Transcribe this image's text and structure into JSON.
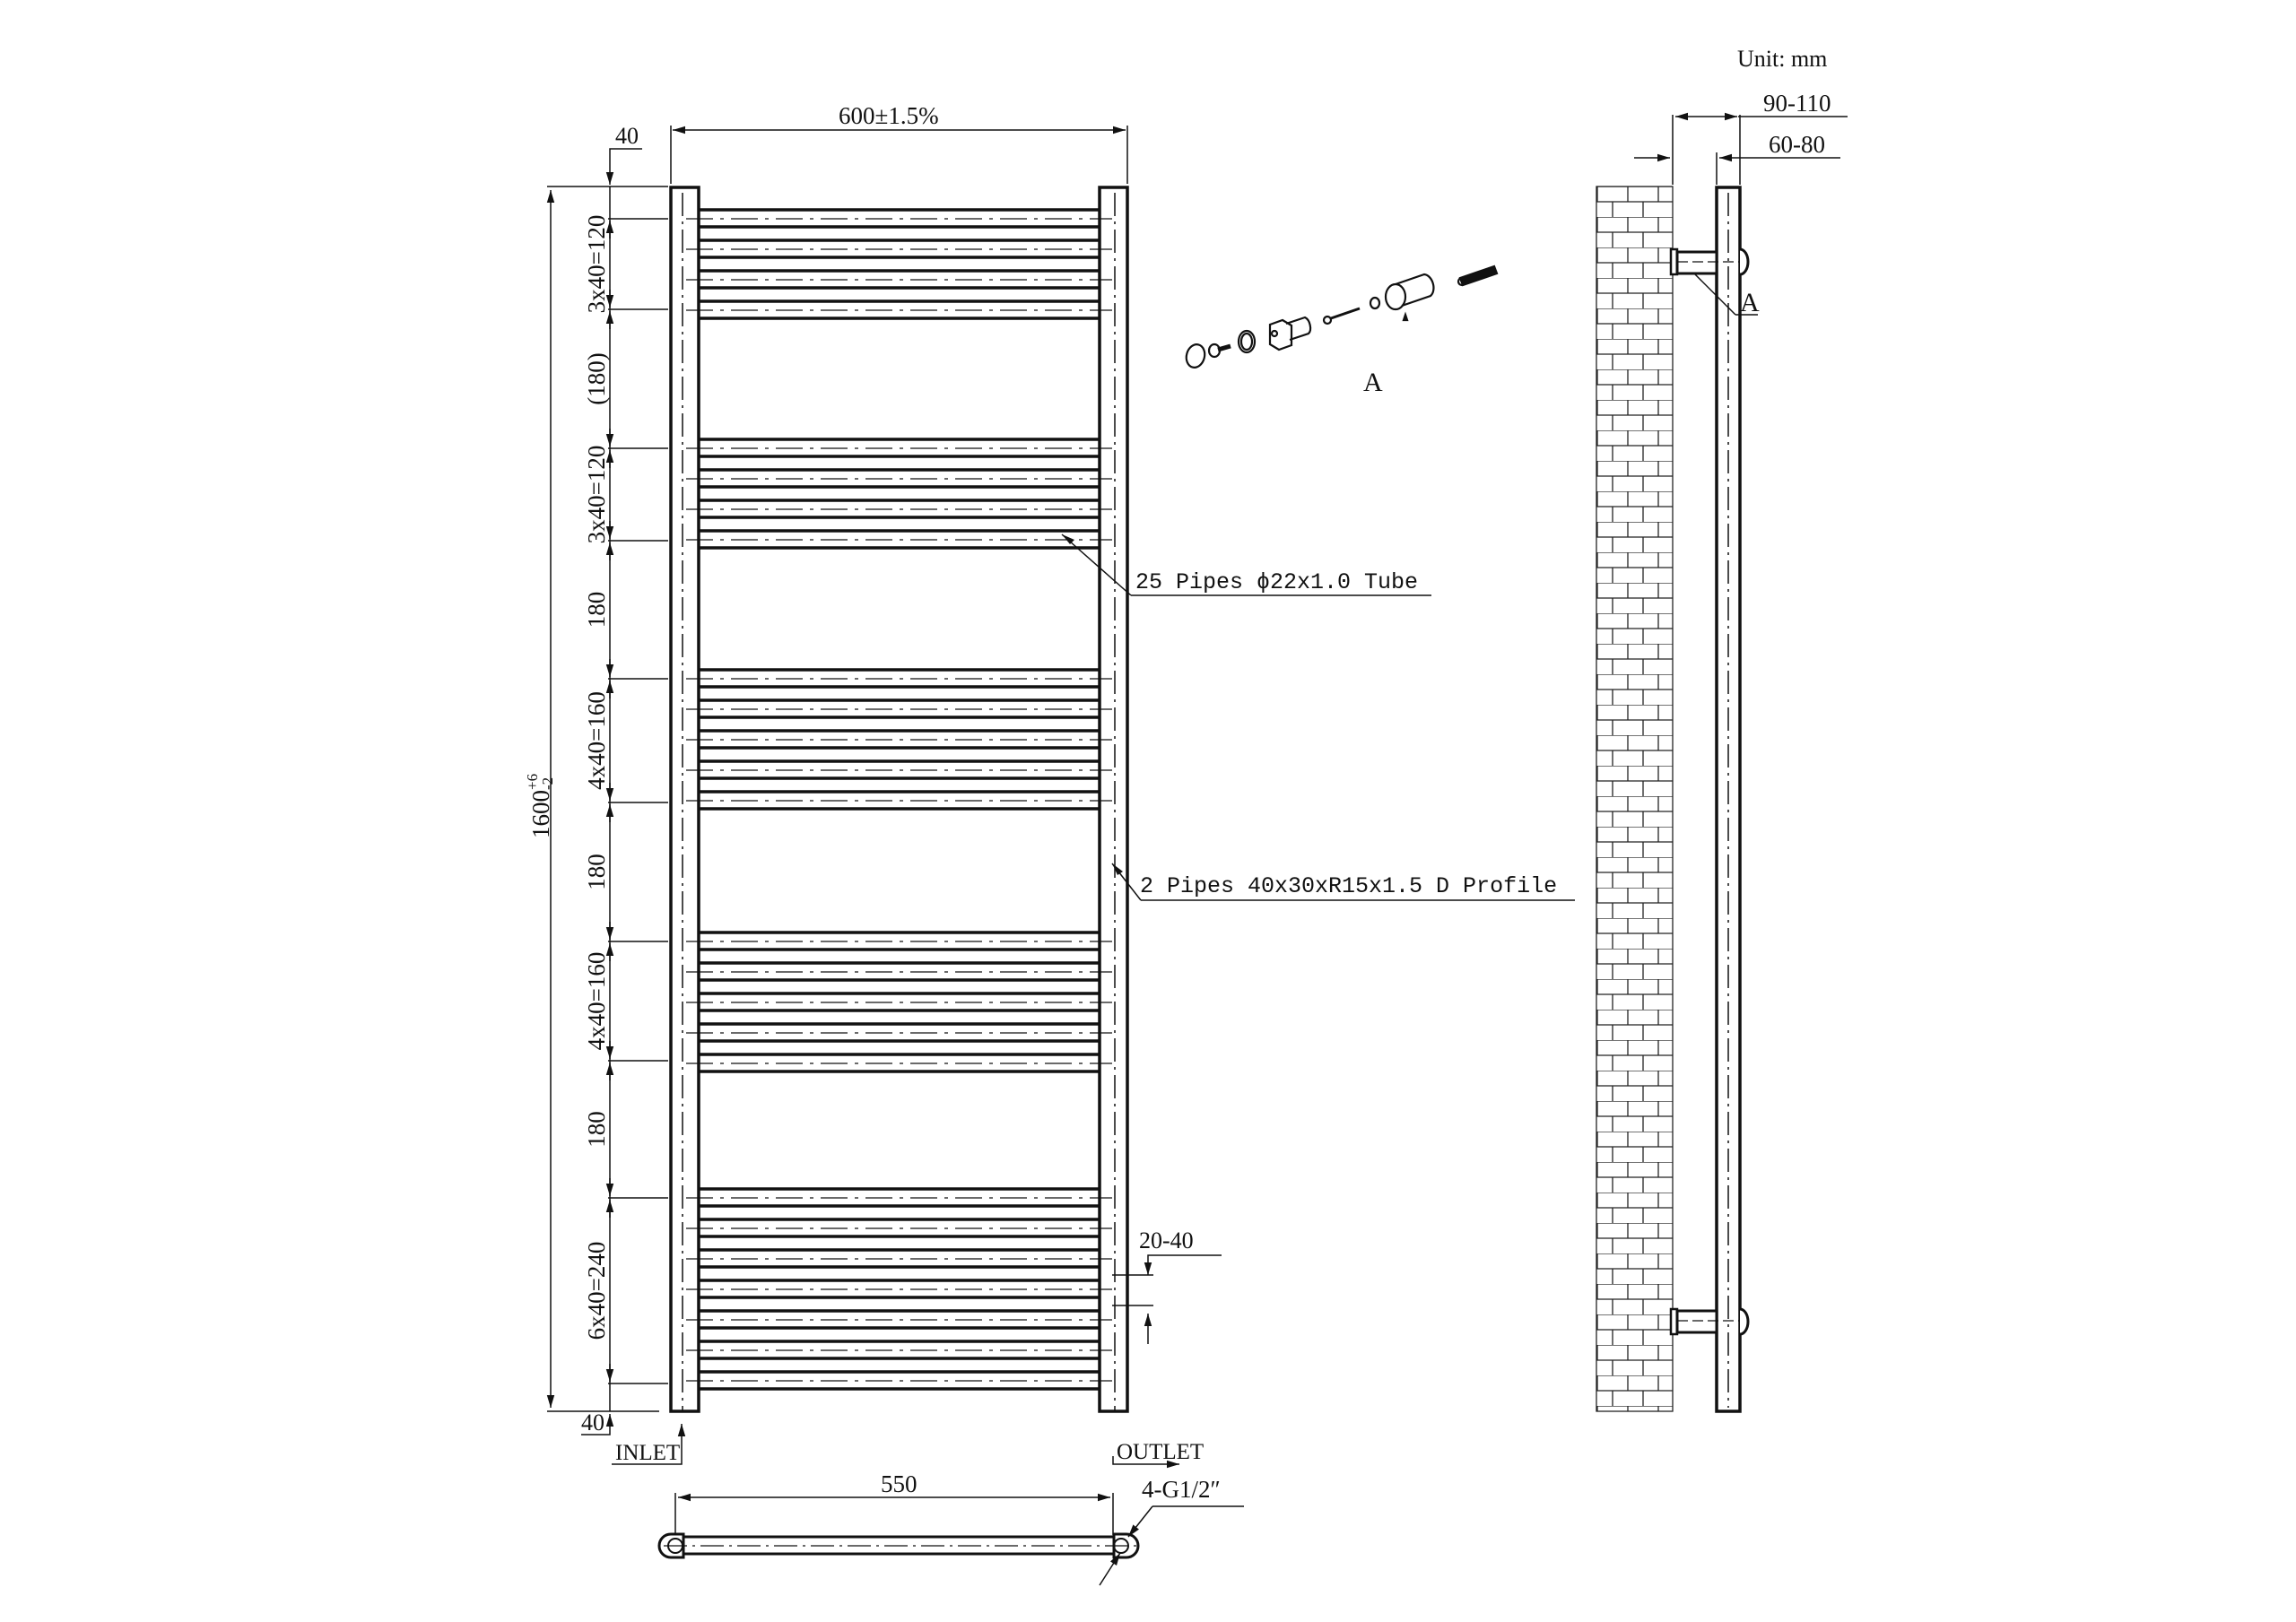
{
  "drawing": {
    "unit_label": "Unit: mm",
    "colors": {
      "line": "#111111",
      "background": "#ffffff"
    },
    "front_view": {
      "overall_width": "600±1.5%",
      "overall_height": "1600",
      "height_tol_upper": "+6",
      "height_tol_lower": "-2",
      "top_offset": "40",
      "bottom_offset": "40",
      "segments": [
        "3x40=120",
        "(180)",
        "3x40=120",
        "180",
        "4x40=160",
        "180",
        "4x40=160",
        "180",
        "6x40=240"
      ],
      "bar_groups": [
        4,
        4,
        5,
        5,
        7
      ],
      "callout_tubes": "25 Pipes ϕ22x1.0 Tube",
      "callout_profile": "2 Pipes 40x30xR15x1.5 D Profile",
      "inlet_label": "INLET",
      "outlet_label": "OUTLET",
      "rail_gap": "20-40"
    },
    "plan_view": {
      "centers": "550",
      "connections": "4-G1/2″"
    },
    "detail": {
      "label": "A",
      "parts": [
        "cap",
        "screw",
        "ring",
        "bracket-socket",
        "wood-screw",
        "washer",
        "sleeve",
        "grub-screw",
        "wall-plug"
      ]
    },
    "side_view": {
      "wall_to_front": "90-110",
      "wall_to_rail": "60-80",
      "bracket_label": "A"
    }
  }
}
